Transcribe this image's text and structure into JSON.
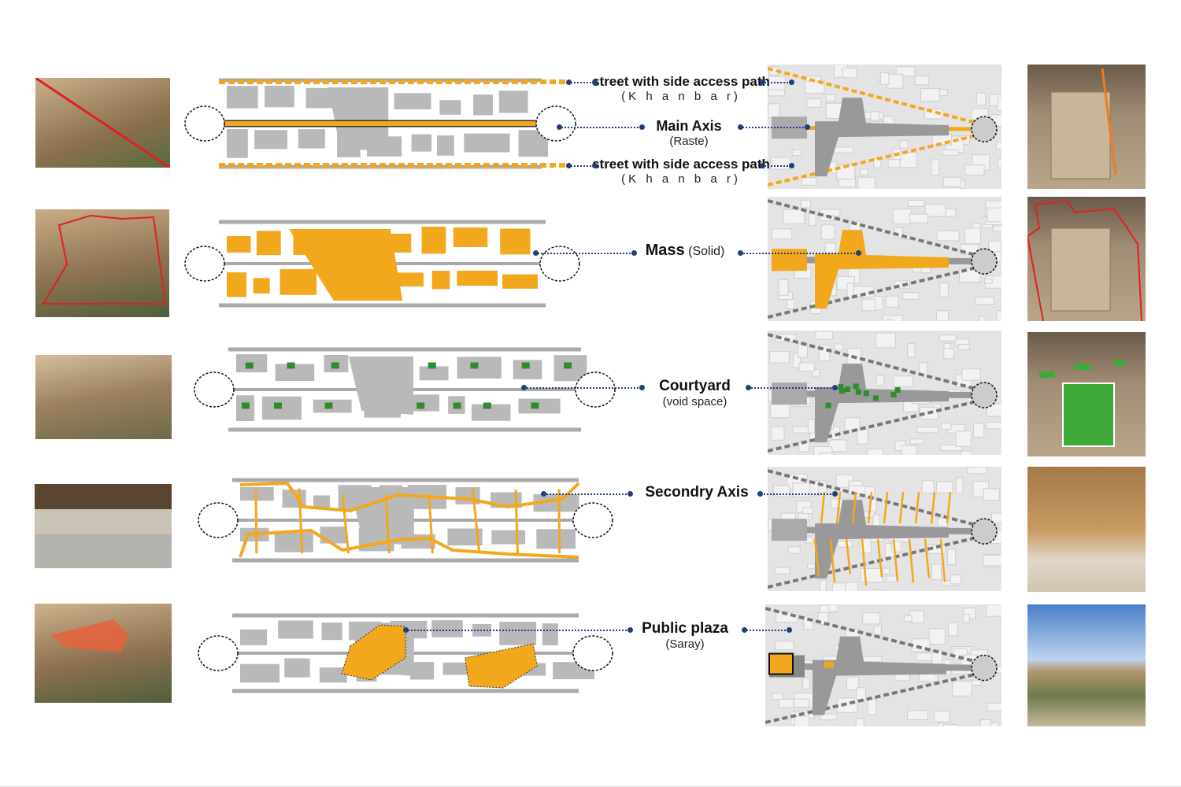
{
  "colors": {
    "mass": "#f2a81d",
    "courtyard": "#2e8b2e",
    "building": "#b9b9b9",
    "road": "#d6d6d6",
    "leader": "#1f3f7a",
    "highlight": "#e02020"
  },
  "rows": [
    {
      "title": "street with side access path",
      "subtitle": "K h a n b a r",
      "title_b": "street with side access path",
      "subtitle_b": "K h a n b a r",
      "main": "Main Axis",
      "main_sub": "(Raste)"
    },
    {
      "title": "Mass",
      "subtitle": "(Solid)"
    },
    {
      "title": "Courtyard",
      "subtitle": "(void space)"
    },
    {
      "title": "Secondry Axis"
    },
    {
      "title": "Public plaza",
      "subtitle": "(Saray)"
    }
  ]
}
